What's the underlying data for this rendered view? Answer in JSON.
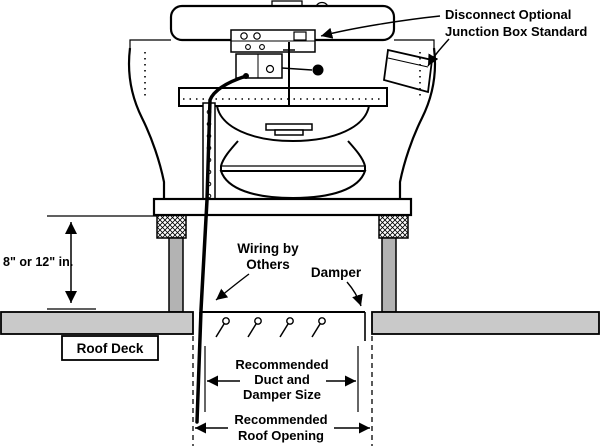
{
  "title": "Roof exhaust fan installation diagram",
  "colors": {
    "line": "#000000",
    "deck_fill": "#c9c9c9",
    "curb_fill": "#b3b3b3",
    "background": "#ffffff"
  },
  "labels": {
    "disconnect": "Disconnect Optional",
    "junction_box": "Junction Box Standard",
    "curb_height": "8\" or 12\" in.",
    "roof_deck": "Roof Deck",
    "wiring_line1": "Wiring by",
    "wiring_line2": "Others",
    "damper": "Damper",
    "duct_line1": "Recommended",
    "duct_line2": "Duct and",
    "duct_line3": "Damper Size",
    "opening_line1": "Recommended",
    "opening_line2": "Roof Opening"
  }
}
